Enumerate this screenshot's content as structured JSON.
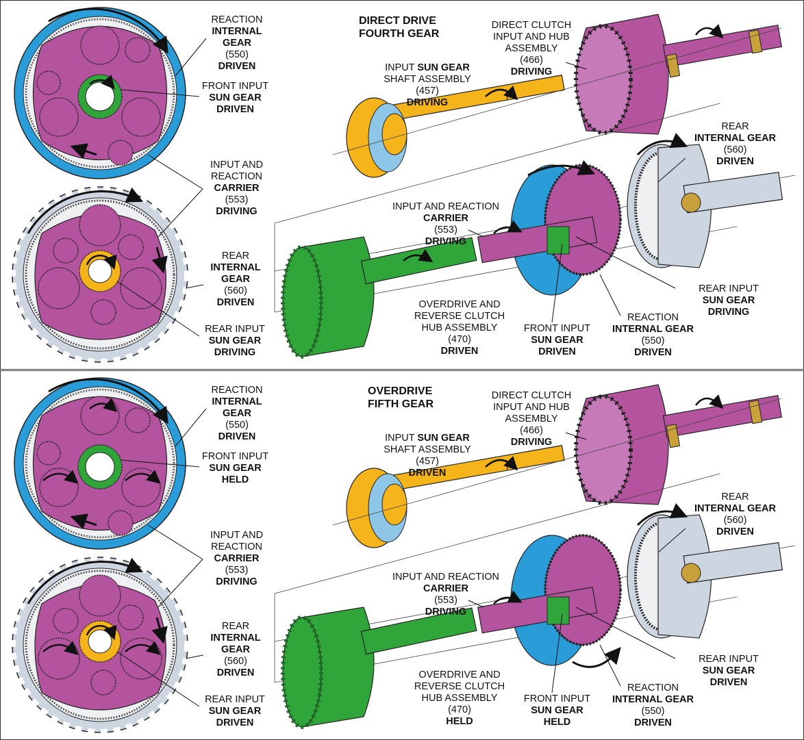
{
  "colors": {
    "magenta": "#b4549e",
    "magenta_light": "#c77ab8",
    "blue": "#2a9cd8",
    "green": "#2fa53a",
    "yellow": "#f4b41a",
    "silver": "#cdd6e0",
    "outline": "#222222"
  },
  "panels": [
    {
      "title_line1": "DIRECT DRIVE",
      "title_line2": "FOURTH GEAR",
      "reaction_internal": {
        "l1": "REACTION",
        "l2": "INTERNAL",
        "l3": "GEAR",
        "l4": "(550)",
        "l5": "DRIVEN"
      },
      "front_sun": {
        "l1": "FRONT INPUT",
        "l2": "SUN GEAR",
        "l3": "DRIVEN"
      },
      "carrier": {
        "l1": "INPUT AND",
        "l2": "REACTION",
        "l3": "CARRIER",
        "l4": "(553)",
        "l5": "DRIVING"
      },
      "rear_internal": {
        "l1": "REAR",
        "l2": "INTERNAL",
        "l3": "GEAR",
        "l4": "(560)",
        "l5": "DRIVEN"
      },
      "rear_sun": {
        "l1": "REAR INPUT",
        "l2": "SUN GEAR",
        "l3": "DRIVING"
      },
      "input_shaft": {
        "l1a": "INPUT ",
        "l1b": "SUN GEAR",
        "l2": "SHAFT ASSEMBLY",
        "l3": "(457)",
        "l4": "DRIVING"
      },
      "direct_clutch": {
        "l1": "DIRECT CLUTCH",
        "l2": "INPUT AND HUB",
        "l3": "ASSEMBLY",
        "l4": "(466)",
        "l5": "DRIVING"
      },
      "rear_internal_3d": {
        "l1": "REAR",
        "l2": "INTERNAL GEAR",
        "l3": "(560)",
        "l4": "DRIVEN"
      },
      "carrier_3d": {
        "l1": "INPUT AND REACTION",
        "l2": "CARRIER",
        "l3": "(553)",
        "l4": "DRIVING"
      },
      "rear_sun_3d": {
        "l1": "REAR INPUT",
        "l2": "SUN GEAR",
        "l3": "DRIVING"
      },
      "overdrive_hub": {
        "l1": "OVERDRIVE AND",
        "l2": "REVERSE CLUTCH",
        "l3": "HUB ASSEMBLY",
        "l4": "(470)",
        "l5": "DRIVEN"
      },
      "front_sun_3d": {
        "l1": "FRONT INPUT",
        "l2": "SUN GEAR",
        "l3": "DRIVEN"
      },
      "reaction_internal_3d": {
        "l1": "REACTION",
        "l2": "INTERNAL GEAR",
        "l3": "(550)",
        "l4": "DRIVEN"
      }
    },
    {
      "title_line1": "OVERDRIVE",
      "title_line2": "FIFTH GEAR",
      "reaction_internal": {
        "l1": "REACTION",
        "l2": "INTERNAL",
        "l3": "GEAR",
        "l4": "(550)",
        "l5": "DRIVEN"
      },
      "front_sun": {
        "l1": "FRONT INPUT",
        "l2": "SUN GEAR",
        "l3": "HELD"
      },
      "carrier": {
        "l1": "INPUT AND",
        "l2": "REACTION",
        "l3": "CARRIER",
        "l4": "(553)",
        "l5": "DRIVING"
      },
      "rear_internal": {
        "l1": "REAR",
        "l2": "INTERNAL",
        "l3": "GEAR",
        "l4": "(560)",
        "l5": "DRIVEN"
      },
      "rear_sun": {
        "l1": "REAR INPUT",
        "l2": "SUN GEAR",
        "l3": "DRIVEN"
      },
      "input_shaft": {
        "l1a": "INPUT ",
        "l1b": "SUN GEAR",
        "l2": "SHAFT ASSEMBLY",
        "l3": "(457)",
        "l4": "DRIVEN"
      },
      "direct_clutch": {
        "l1": "DIRECT CLUTCH",
        "l2": "INPUT AND HUB",
        "l3": "ASSEMBLY",
        "l4": "(466)",
        "l5": "DRIVING"
      },
      "rear_internal_3d": {
        "l1": "REAR",
        "l2": "INTERNAL GEAR",
        "l3": "(560)",
        "l4": "DRIVEN"
      },
      "carrier_3d": {
        "l1": "INPUT AND REACTION",
        "l2": "CARRIER",
        "l3": "(553)",
        "l4": "DRIVING"
      },
      "rear_sun_3d": {
        "l1": "REAR INPUT",
        "l2": "SUN GEAR",
        "l3": "DRIVEN"
      },
      "overdrive_hub": {
        "l1": "OVERDRIVE AND",
        "l2": "REVERSE CLUTCH",
        "l3": "HUB ASSEMBLY",
        "l4": "(470)",
        "l5": "HELD"
      },
      "front_sun_3d": {
        "l1": "FRONT INPUT",
        "l2": "SUN GEAR",
        "l3": "HELD"
      },
      "reaction_internal_3d": {
        "l1": "REACTION",
        "l2": "INTERNAL GEAR",
        "l3": "(550)",
        "l4": "DRIVEN"
      }
    }
  ]
}
